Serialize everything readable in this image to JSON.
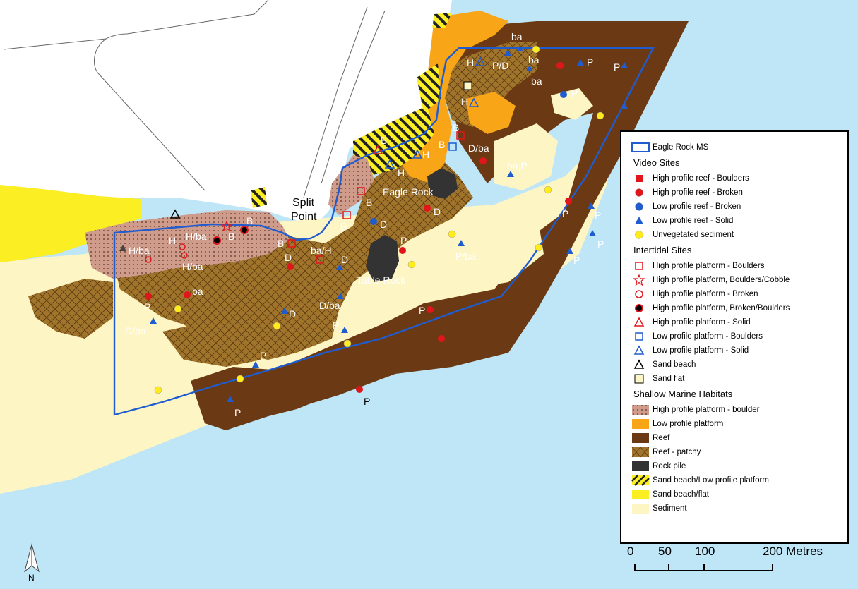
{
  "colors": {
    "sea": "#bee6f7",
    "land": "#ffffff",
    "sediment": "#fdf5c4",
    "reef": "#6b3a14",
    "reef_patchy": "#a0742b",
    "low_profile_platform": "#f9a518",
    "high_profile_boulder": "#cf9b8a",
    "rock_pile": "#333333",
    "sand_flat": "#fbee22",
    "boundary": "#1f5ccf",
    "site_red": "#e0161b",
    "site_blue": "#1f5ccf",
    "site_yellow": "#ffec1a"
  },
  "map_labels": {
    "split_point_1": "Split",
    "split_point_2": "Point",
    "eagle_rock": "Eagle Rock",
    "table_rock": "Table Rock"
  },
  "site_labels": {
    "ba_1": "ba",
    "hpd": "P/D",
    "h_1": "H",
    "ba_2": "ba",
    "ba_3": "ba",
    "p_1": "P",
    "p_2": "P",
    "p_3": "P",
    "h_2": "H",
    "b_1": "B",
    "b_2": "B",
    "dba_1": "D/ba",
    "h_3": "H",
    "h_4": "H",
    "bap": "ba,P",
    "b_3": "B",
    "d_1": "D",
    "b_4": "B",
    "d_2": "D",
    "p_4": "P",
    "p_5": "P",
    "p_6": "P",
    "b_5": "B",
    "b_6": "B",
    "hba_1": "H/ba",
    "h_5": "H",
    "hba_2": "H/ba",
    "hba_3": "H/ba",
    "b_7": "B",
    "bah": "ba/H",
    "d_3": "D",
    "d_4": "D",
    "pba": "P/ba",
    "p_7": "P",
    "p_8": "P",
    "p_9": "P",
    "ba_4": "ba",
    "p_10": "P",
    "dba_2": "D/ba",
    "dba_3": "D/ba",
    "d_5": "D",
    "p_11": "P",
    "p_12": "P",
    "p_13": "P"
  },
  "legend": {
    "boundary": "Eagle Rock MS",
    "video_title": "Video Sites",
    "video": [
      {
        "label": "High profile reef - Boulders",
        "icon": "filled-square-icon",
        "color": "#e0161b"
      },
      {
        "label": "High profile reef - Broken",
        "icon": "filled-circle-icon",
        "color": "#e0161b"
      },
      {
        "label": "Low profile reef - Broken",
        "icon": "filled-circle-icon",
        "color": "#1f5ccf"
      },
      {
        "label": "Low profile reef - Solid",
        "icon": "filled-triangle-icon",
        "color": "#1f5ccf"
      },
      {
        "label": "Unvegetated sediment",
        "icon": "filled-circle-icon",
        "color": "#ffec1a"
      }
    ],
    "intertidal_title": "Intertidal Sites",
    "intertidal": [
      {
        "label": "High profile platform - Boulders",
        "icon": "hollow-square-icon",
        "color": "#e0161b"
      },
      {
        "label": "High profile platform, Boulders/Cobble",
        "icon": "hollow-star-icon",
        "color": "#e0161b"
      },
      {
        "label": "High profile platform - Broken",
        "icon": "hollow-circle-icon",
        "color": "#e0161b"
      },
      {
        "label": "High profile platform, Broken/Boulders",
        "icon": "ringed-circle-icon",
        "color": "#e0161b"
      },
      {
        "label": "High profile platform - Solid",
        "icon": "hollow-triangle-icon",
        "color": "#e0161b"
      },
      {
        "label": "Low profile platform - Boulders",
        "icon": "hollow-square-icon",
        "color": "#1f5ccf"
      },
      {
        "label": "Low profile platform - Solid",
        "icon": "hollow-triangle-icon",
        "color": "#1f5ccf"
      },
      {
        "label": "Sand beach",
        "icon": "hollow-triangle-icon",
        "color": "#000000"
      },
      {
        "label": "Sand flat",
        "icon": "pale-square-icon",
        "color": "#fdf5c4"
      }
    ],
    "habitat_title": "Shallow Marine Habitats",
    "habitats": [
      {
        "label": "High profile platform - boulder",
        "icon": "dotted-swatch-icon"
      },
      {
        "label": "Low profile platform",
        "icon": "orange-swatch-icon"
      },
      {
        "label": "Reef",
        "icon": "brown-swatch-icon"
      },
      {
        "label": "Reef - patchy",
        "icon": "crosshatch-swatch-icon"
      },
      {
        "label": "Rock pile",
        "icon": "dark-swatch-icon"
      },
      {
        "label": "Sand beach/Low profile platform",
        "icon": "striped-swatch-icon"
      },
      {
        "label": "Sand beach/flat",
        "icon": "yellow-swatch-icon"
      },
      {
        "label": "Sediment",
        "icon": "pale-swatch-icon"
      }
    ]
  },
  "scale": {
    "ticks": [
      "0",
      "50",
      "100",
      "200 Metres"
    ]
  },
  "north": "N"
}
